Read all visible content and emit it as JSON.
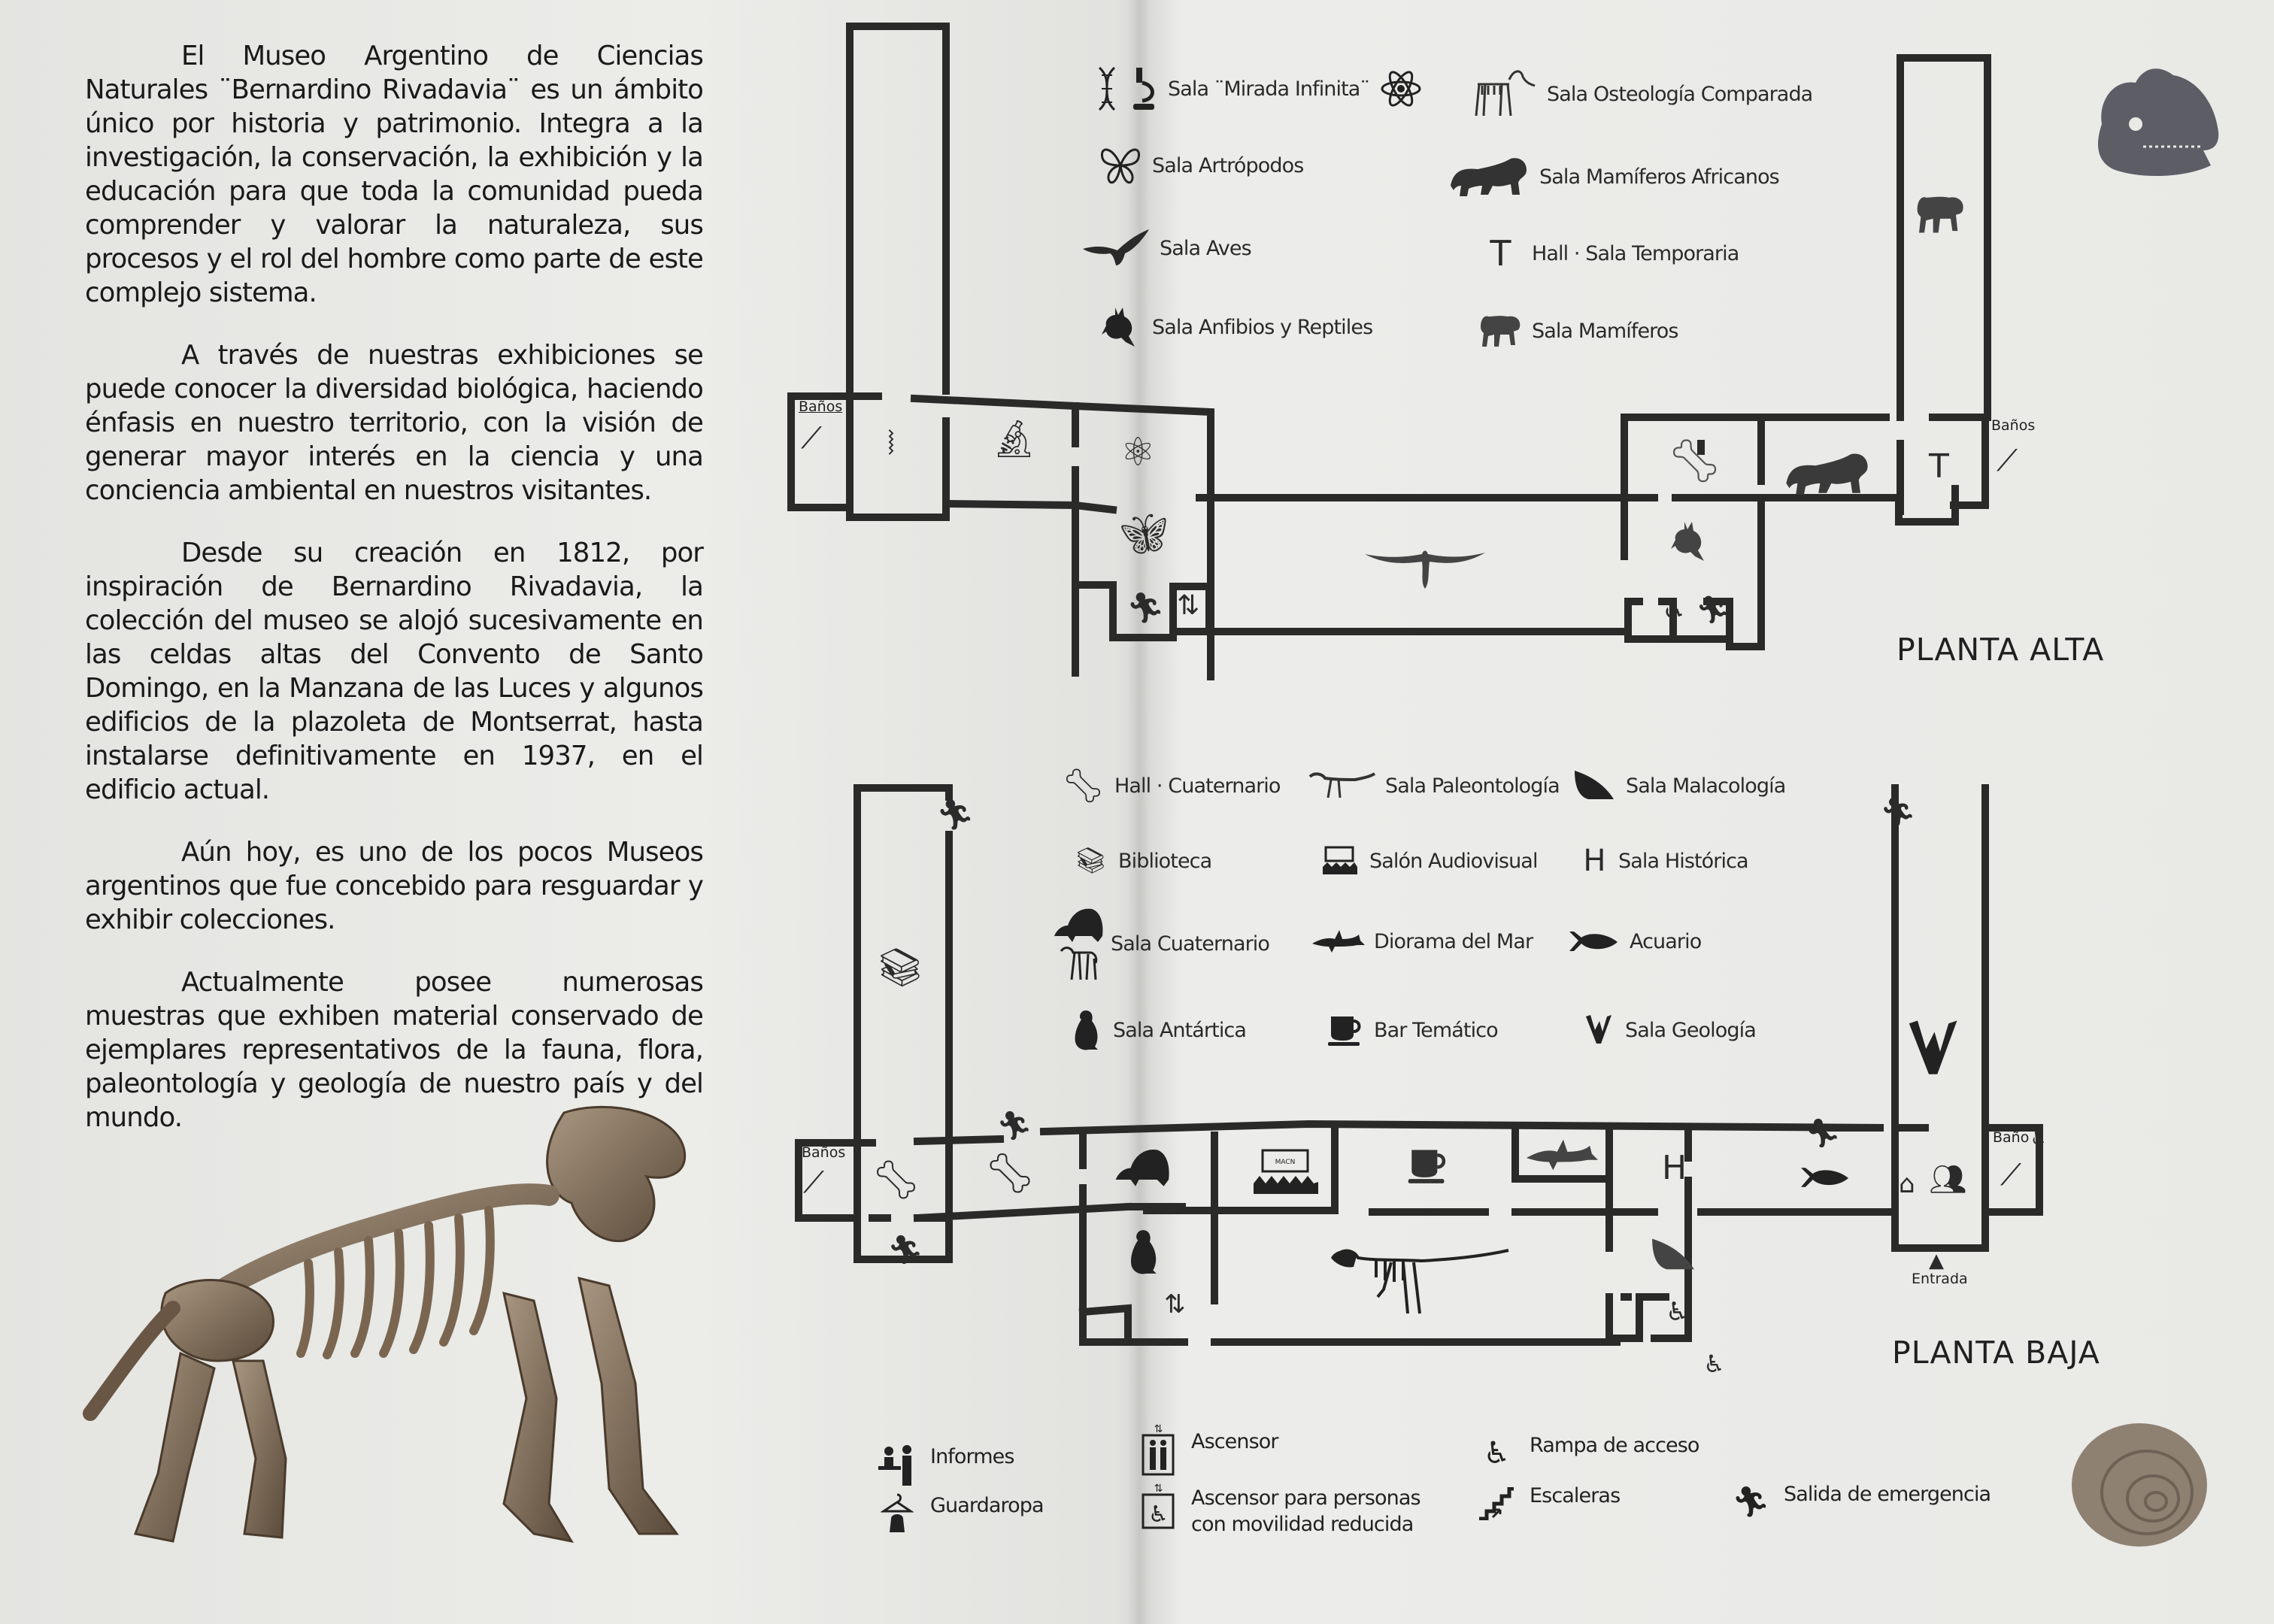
{
  "intro": {
    "paragraphs": [
      "El Museo Argentino de Ciencias Naturales ¨Bernardino Rivadavia¨ es un ámbito único por historia y patrimonio. Integra a la investigación, la conservación, la exhibición y la educación para que toda la comunidad pueda comprender y valorar la naturaleza, sus procesos y el rol del hombre como parte de este complejo sistema.",
      "A través de nuestras exhibiciones se puede conocer la diversidad biológica, haciendo énfasis en nuestro territorio, con la visión de generar mayor interés en la ciencia y una conciencia ambiental en nuestros visitantes.",
      "Desde su creación en 1812, por inspiración de Bernardino Rivadavia, la colección del museo se alojó sucesivamente en las celdas altas del Convento de Santo Domingo, en la Manzana de las Luces y algunos edificios de la plazoleta de Montserrat, hasta instalarse definitivamente en 1937, en el edificio actual.",
      "Aún hoy, es uno de los pocos Museos argentinos que fue concebido para resguardar y exhibir colecciones.",
      "Actualmente posee numerosas muestras que exhiben material conservado de ejemplares representativos de la fauna, flora, paleontología y geología de nuestro país y del mundo."
    ]
  },
  "planta_alta": {
    "title": "PLANTA ALTA",
    "legend": [
      {
        "icon": "dna-microscope-atom-icon",
        "label": "Sala ¨Mirada Infinita¨"
      },
      {
        "icon": "butterfly-icon",
        "label": "Sala Artrópodos"
      },
      {
        "icon": "bird-icon",
        "label": "Sala Aves"
      },
      {
        "icon": "frog-icon",
        "label": "Sala Anfibios y Reptiles"
      },
      {
        "icon": "skeleton-icon",
        "label": "Sala Osteología Comparada"
      },
      {
        "icon": "lion-icon",
        "label": "Sala Mamíferos Africanos"
      },
      {
        "icon": "T",
        "label": "Hall · Sala Temporaria"
      },
      {
        "icon": "monkey-icon",
        "label": "Sala Mamíferos"
      }
    ],
    "banos_left": "Baños",
    "banos_right": "Baños",
    "temporaria_glyph": "T"
  },
  "planta_baja": {
    "title": "PLANTA BAJA",
    "legend": [
      {
        "icon": "sloth-skeleton-icon",
        "label": "Hall · Cuaternario"
      },
      {
        "icon": "dinosaur-icon",
        "label": "Sala Paleontología"
      },
      {
        "icon": "shell-icon",
        "label": "Sala Malacología"
      },
      {
        "icon": "books-icon",
        "label": "Biblioteca"
      },
      {
        "icon": "audiovisual-icon",
        "label": "Salón Audiovisual"
      },
      {
        "icon": "H",
        "label": "Sala Histórica"
      },
      {
        "icon": "glyptodon-icon",
        "label": "Sala Cuaternario"
      },
      {
        "icon": "shark-icon",
        "label": "Diorama del Mar"
      },
      {
        "icon": "fish-icon",
        "label": "Acuario"
      },
      {
        "icon": "penguin-icon",
        "label": "Sala Antártica"
      },
      {
        "icon": "cup-icon",
        "label": "Bar Temático"
      },
      {
        "icon": "crystal-icon",
        "label": "Sala Geología"
      }
    ],
    "banos_left": "Baños",
    "bano_right": "Baño",
    "historica_glyph": "H",
    "entrada": "Entrada",
    "screen_label": "MACN"
  },
  "services": [
    {
      "icon": "info-desk-icon",
      "label": "Informes"
    },
    {
      "icon": "cloakroom-icon",
      "label": "Guardaropa"
    },
    {
      "icon": "elevator-icon",
      "label": "Ascensor"
    },
    {
      "icon": "accessible-elevator-icon",
      "label": "Ascensor para personas",
      "label2": "con movilidad reducida"
    },
    {
      "icon": "ramp-icon",
      "label": "Rampa de acceso"
    },
    {
      "icon": "stairs-icon",
      "label": "Escaleras"
    },
    {
      "icon": "emergency-exit-icon",
      "label": "Salida de emergencia"
    }
  ],
  "colors": {
    "paper": "#e9e9e6",
    "wall": "#2a2a28",
    "text": "#1c1c1c",
    "bone": "#8a7560"
  }
}
